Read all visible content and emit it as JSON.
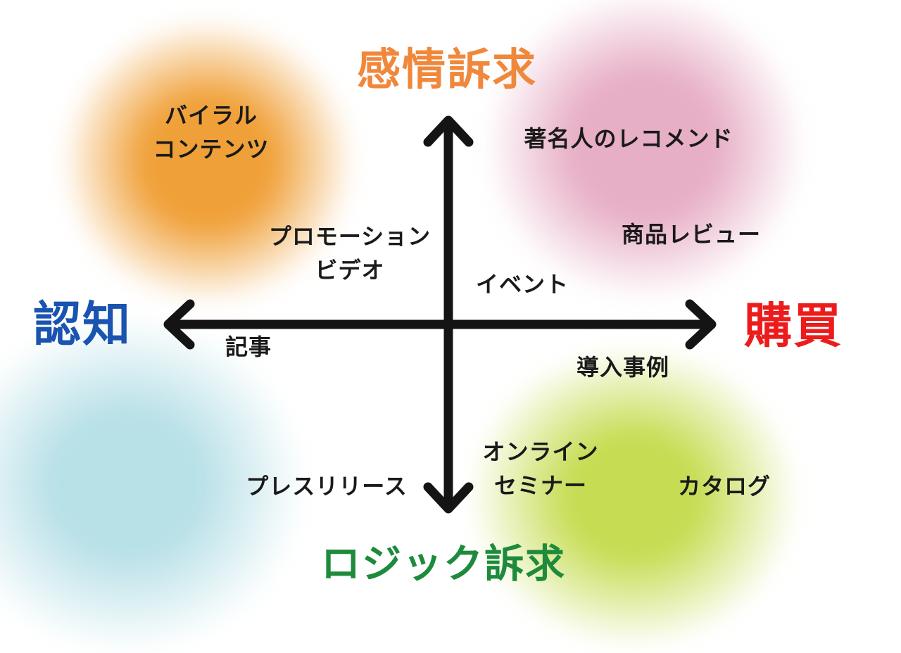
{
  "colors": {
    "axis_top": "#F0883C",
    "axis_bottom": "#1E8A3C",
    "axis_left": "#1A53B0",
    "axis_right": "#EC1C1C",
    "axis_line": "#141414",
    "item_text": "#1A1A1A",
    "blob_top_left": "#F0A038",
    "blob_top_right": "#E7AFC6",
    "blob_bottom_left": "#B7E0E7",
    "blob_bottom_right": "#C6DC52"
  },
  "axes": {
    "top": {
      "label": "感情訴求"
    },
    "bottom": {
      "label": "ロジック訴求"
    },
    "left": {
      "label": "認知"
    },
    "right": {
      "label": "購買"
    }
  },
  "items": [
    {
      "label": "バイラル\nコンテンツ"
    },
    {
      "label": "著名人のレコメンド"
    },
    {
      "label": "プロモーション\nビデオ"
    },
    {
      "label": "商品レビュー"
    },
    {
      "label": "イベント"
    },
    {
      "label": "記事"
    },
    {
      "label": "導入事例"
    },
    {
      "label": "オンライン\nセミナー"
    },
    {
      "label": "プレスリリース"
    },
    {
      "label": "カタログ"
    }
  ]
}
